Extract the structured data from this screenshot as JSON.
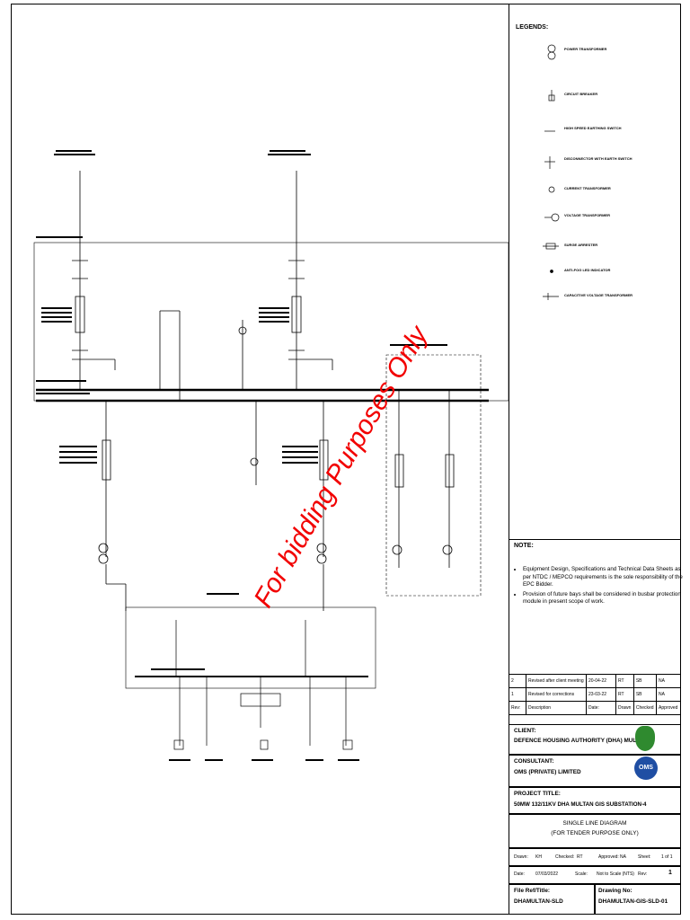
{
  "legend": {
    "title": "LEGENDS:",
    "items": [
      {
        "label": "POWER TRANSFORMER",
        "icon": "transformer-icon"
      },
      {
        "label": "CIRCUIT BREAKER",
        "icon": "circuit-breaker-icon"
      },
      {
        "label": "HIGH SPEED EARTHING SWITCH",
        "icon": "earth-switch-icon"
      },
      {
        "label": "DISCONNECTOR WITH EARTH SWITCH",
        "icon": "disconnector-icon"
      },
      {
        "label": "CURRENT TRANSFORMER",
        "icon": "current-transformer-icon"
      },
      {
        "label": "VOLTAGE TRANSFORMER",
        "icon": "voltage-transformer-icon"
      },
      {
        "label": "SURGE ARRESTER",
        "icon": "surge-arrester-icon"
      },
      {
        "label": "ANTI-FOG LED INDICATOR",
        "icon": "led-indicator-icon"
      },
      {
        "label": "CAPACITIVE VOLTAGE TRANSFORMER",
        "icon": "cvt-icon"
      }
    ]
  },
  "note": {
    "title": "NOTE:",
    "items": [
      "Equipment Design, Specifications and Technical Data Sheets as per NTDC / MEPCO requirements is the sole responsibility of the EPC Bidder.",
      "Provision of future bays shall be considered in busbar protection module in present scope of work."
    ]
  },
  "revisions": {
    "rows": [
      {
        "rev": "2",
        "description": "Revised after client meeting",
        "date": "20-04-22",
        "drawn": "RT",
        "checked": "SB",
        "approved": "NA"
      },
      {
        "rev": "1",
        "description": "Revised for corrections",
        "date": "23-03-22",
        "drawn": "RT",
        "checked": "SB",
        "approved": "NA"
      }
    ],
    "header": {
      "rev": "Rev:",
      "description": "Description",
      "date": "Date:",
      "drawn": "Drawn",
      "checked": "Checked",
      "approved": "Approved"
    }
  },
  "client": {
    "label": "CLIENT:",
    "name": "DEFENCE HOUSING AUTHORITY (DHA) MULTAN"
  },
  "consultant": {
    "label": "CONSULTANT:",
    "name": "OMS (PRIVATE) LIMITED",
    "logo_text": "OMS"
  },
  "project": {
    "label": "PROJECT TITLE:",
    "name": "50MW 132/11KV DHA MULTAN GIS SUBSTATION-4"
  },
  "drawing_title": {
    "line1": "SINGLE LINE DIAGRAM",
    "line2": "(FOR TENDER PURPOSE ONLY)"
  },
  "meta": {
    "drawn_label": "Drawn:",
    "drawn_value": "KH",
    "checked_label": "Checked:",
    "checked_value": "RT",
    "approved_label": "Approved:",
    "approved_value": "NA",
    "sheet_label": "Sheet:",
    "sheet_value": "1 of 1",
    "date_label": "Date:",
    "date_value": "07/03/2022",
    "scale_label": "Scale:",
    "scale_value": "Not to Scale (NTS)",
    "rev_label": "Rev:",
    "rev_value": "1"
  },
  "file_ref": {
    "label": "File Ref/Title:",
    "value": "DHAMULTAN-SLD"
  },
  "drawing_no": {
    "label": "Drawing No:",
    "value": "DHAMULTAN-GIS-SLD-01"
  },
  "watermark": "For bidding Purposes Only",
  "colors": {
    "watermark": "#f20000",
    "line": "#000000",
    "logo_blue": "#1f4ea3",
    "logo_green": "#2f8a2f"
  }
}
